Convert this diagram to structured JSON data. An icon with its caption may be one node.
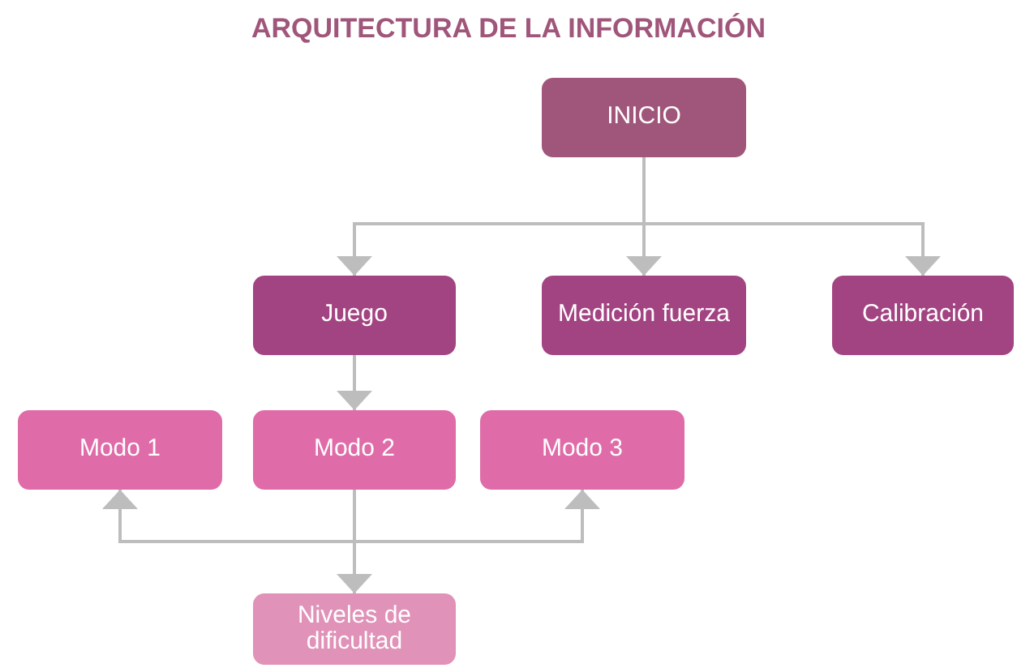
{
  "diagram": {
    "title": "ARQUITECTURA DE LA INFORMACIÓN",
    "nodes": [
      {
        "text": [
          "INICIO"
        ]
      },
      {
        "text": [
          "Juego"
        ]
      },
      {
        "text": [
          "Medición fuerza"
        ]
      },
      {
        "text": [
          "Calibración"
        ]
      },
      {
        "text": [
          "Modo 1"
        ]
      },
      {
        "text": [
          "Modo 2"
        ]
      },
      {
        "text": [
          "Modo 3"
        ]
      },
      {
        "text": [
          "Niveles de dificultad"
        ]
      }
    ],
    "edges": [
      {
        "from": 0,
        "to": 1,
        "arrow": "to"
      },
      {
        "from": 0,
        "to": 2,
        "arrow": "to"
      },
      {
        "from": 0,
        "to": 3,
        "arrow": "to"
      },
      {
        "from": 1,
        "to": 5,
        "arrow": "to"
      },
      {
        "from": 5,
        "to": 4,
        "arrow": "to"
      },
      {
        "from": 5,
        "to": 6,
        "arrow": "to"
      },
      {
        "from": 5,
        "to": 7,
        "arrow": "to"
      }
    ]
  }
}
